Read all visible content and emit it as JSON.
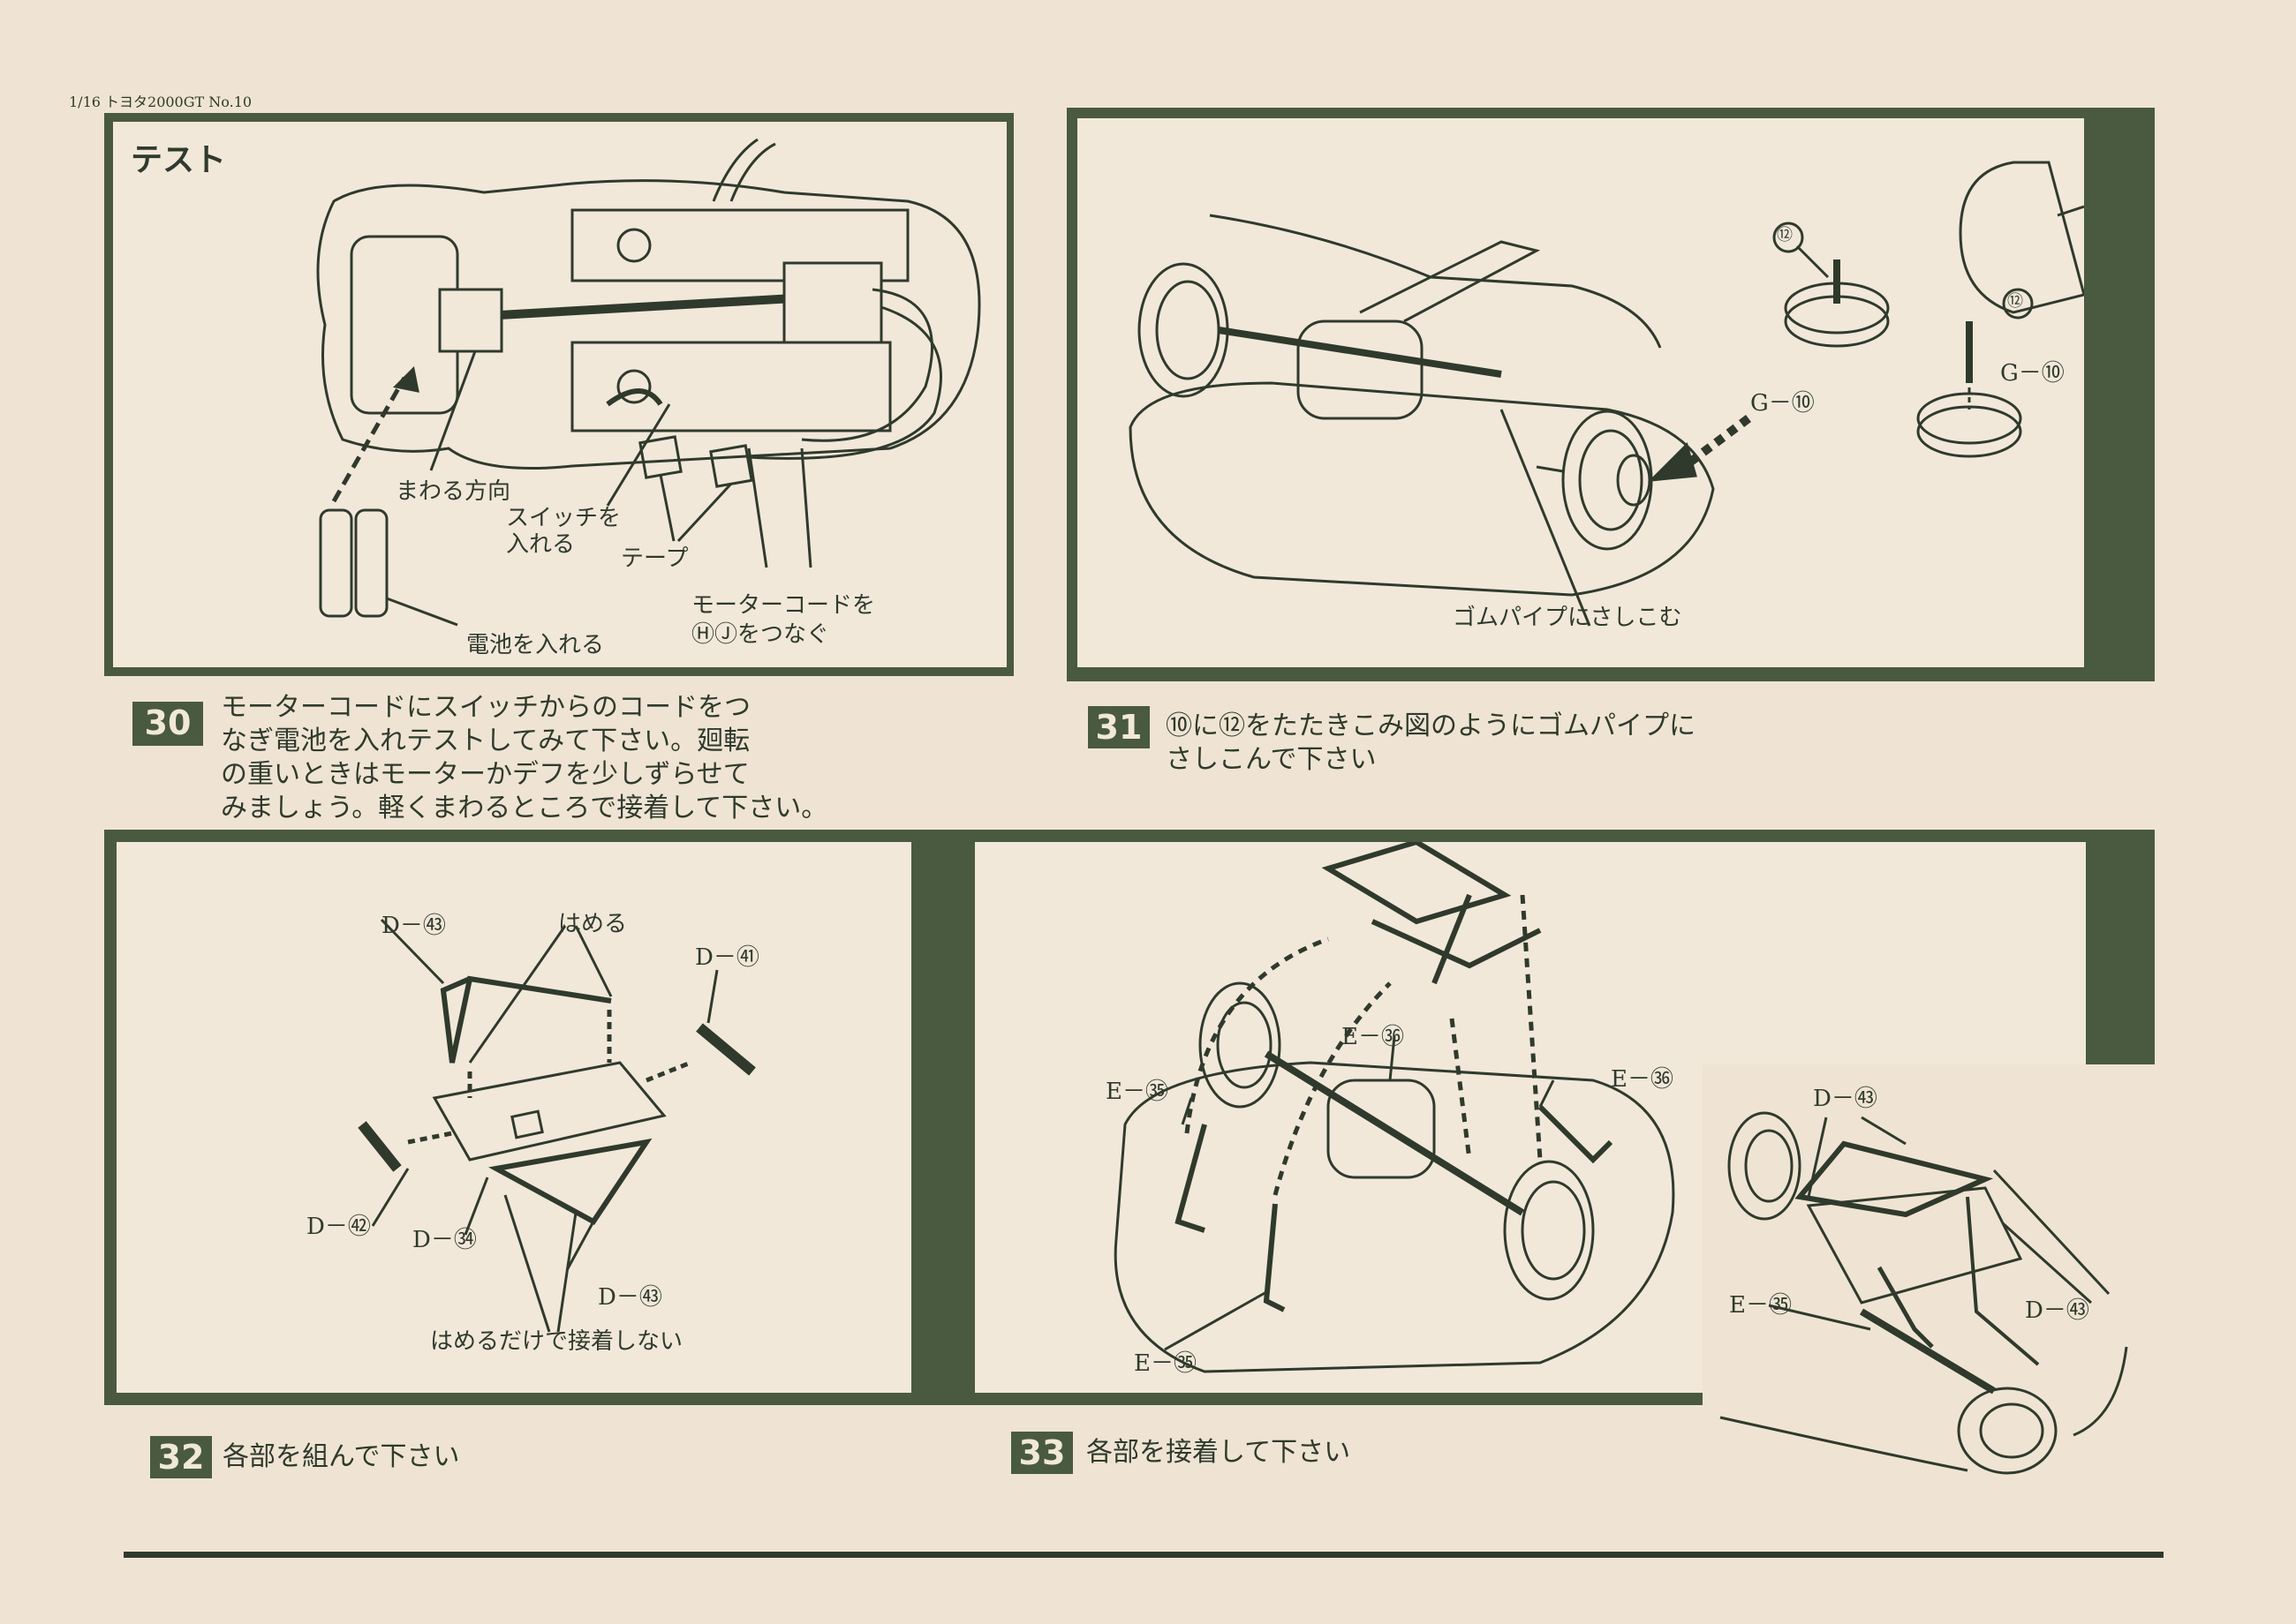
{
  "header": "1/16 トヨタ2000GT No.10",
  "colors": {
    "ink": "#2f3a2c",
    "frame": "#495a40",
    "paper": "#efe4d3",
    "panel": "#f1e8da"
  },
  "panel30": {
    "title": "テスト",
    "labels": {
      "rotation_direction": "まわる方向",
      "switch_on_1": "スイッチを",
      "switch_on_2": "入れる",
      "tape": "テープ",
      "motor_cord_1": "モーターコードを",
      "motor_cord_2": "ⒽⒿをつなぐ",
      "insert_battery": "電池を入れる"
    }
  },
  "panel31": {
    "labels": {
      "part122_a": "⑫",
      "part122_b": "⑫",
      "g107_left": "G－⑩",
      "g107_right": "G－⑩",
      "rubber_pipe": "ゴムパイプにさしこむ"
    }
  },
  "panel32": {
    "labels": {
      "d43_top": "D－㊸",
      "fit": "はめる",
      "d41": "D－㊶",
      "d42": "D－㊷",
      "d34": "D－㉞",
      "d43_bottom": "D－㊸",
      "fit_no_glue": "はめるだけで接着しない"
    }
  },
  "panel33": {
    "labels": {
      "e36_top": "E－㊱",
      "e35_left": "E－㉟",
      "e36_right": "E－㊱",
      "e35_bottom": "E－㉟",
      "d43_inset_top": "D－㊸",
      "e35_inset": "E－㉟",
      "d43_inset_right": "D－㊸"
    }
  },
  "steps": [
    {
      "num": "30",
      "text": "モーターコードにスイッチからのコードをつ\nなぎ電池を入れテストしてみて下さい。廻転\nの重いときはモーターかデフを少しずらせて\nみましょう。軽くまわるところで接着して下さい。"
    },
    {
      "num": "31",
      "text": "⑩に⑫をたたきこみ図のようにゴムパイプに\nさしこんで下さい"
    },
    {
      "num": "32",
      "text": "各部を組んで下さい"
    },
    {
      "num": "33",
      "text": "各部を接着して下さい"
    }
  ]
}
